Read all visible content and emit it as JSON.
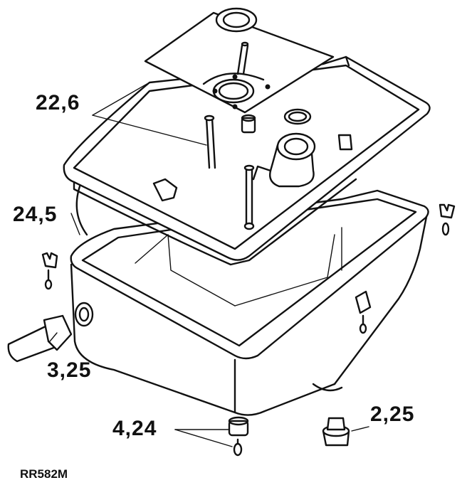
{
  "callouts": {
    "c1": "22,6",
    "c2": "24,5",
    "c3": "3,25",
    "c4": "4,24",
    "c5": "2,25"
  },
  "reference": "RR582M"
}
